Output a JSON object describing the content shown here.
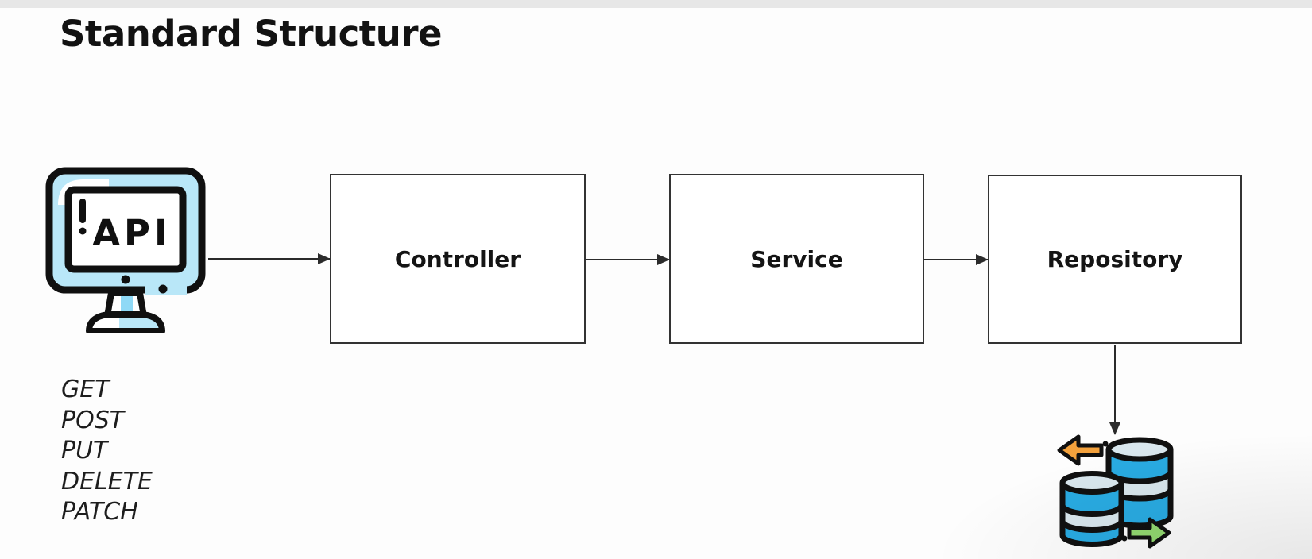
{
  "page": {
    "title": "Standard Structure"
  },
  "diagram": {
    "client": {
      "icon": "api-monitor-icon",
      "screen_label": "API"
    },
    "boxes": [
      {
        "id": "controller",
        "label": "Controller"
      },
      {
        "id": "service",
        "label": "Service"
      },
      {
        "id": "repository",
        "label": "Repository"
      }
    ],
    "connections": [
      {
        "from": "api-client",
        "to": "controller"
      },
      {
        "from": "controller",
        "to": "service"
      },
      {
        "from": "service",
        "to": "repository"
      },
      {
        "from": "repository",
        "to": "database"
      }
    ],
    "http_methods": [
      "GET",
      "POST",
      "PUT",
      "DELETE",
      "PATCH"
    ],
    "database": {
      "icon": "database-icon",
      "in_arrow_icon": "left-arrow-orange",
      "out_arrow_icon": "right-arrow-green"
    },
    "colors": {
      "monitor_blue": "#b9e7f8",
      "db_bright_blue": "#29abe2",
      "db_pale_blue": "#d9e7ee",
      "arrow_orange": "#f3a13c",
      "arrow_green": "#92d870",
      "line": "#2b2b2b",
      "top_bar": "#e7e7e7"
    }
  }
}
